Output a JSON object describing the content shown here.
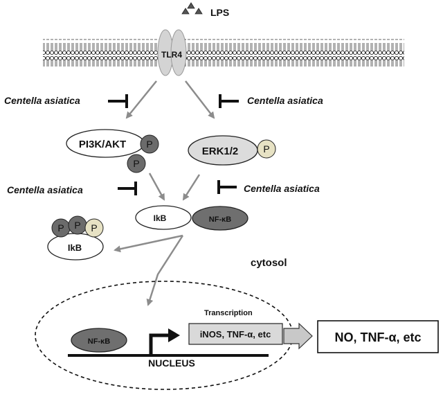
{
  "ligand": {
    "label": "LPS"
  },
  "receptor": {
    "label": "TLR4"
  },
  "inhibitor": {
    "label": "Centella asiatica"
  },
  "kinases": {
    "pi3k": "PI3K/AKT",
    "erk": "ERK1/2",
    "phospho": "P"
  },
  "complex": {
    "ikb": "IkB",
    "nfkb": "NF-κB"
  },
  "compartments": {
    "cytosol": "cytosol",
    "nucleus": "NUCLEUS"
  },
  "transcription": {
    "label": "Transcription",
    "genes": "iNOS, TNF-α, etc"
  },
  "products": "NO, TNF-α, etc",
  "colors": {
    "dark_phospho": "#6b6b6b",
    "light_phospho": "#e7e2c4",
    "nfkb_fill": "#6f6f6f",
    "erk_fill": "#dcdcdc",
    "receptor_fill": "#d4d4d4",
    "gene_box_fill": "#d9d9d9",
    "arrow_gray": "#8c8c8c"
  }
}
